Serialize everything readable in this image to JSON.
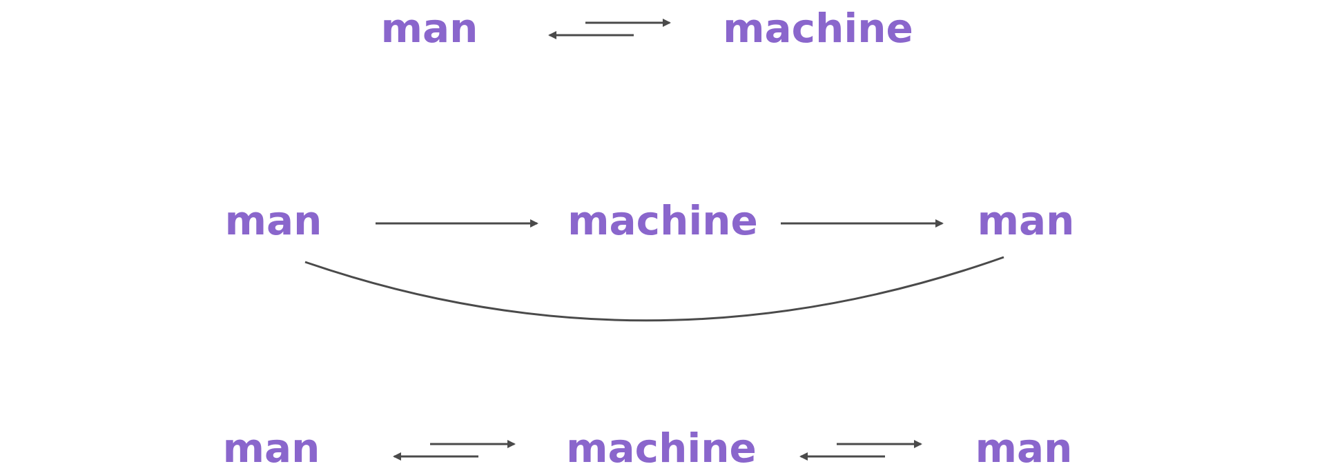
{
  "colors": {
    "word": "#8a66cc",
    "arrow": "#4a4a4a"
  },
  "rows": [
    {
      "name": "row-1",
      "words": [
        "man",
        "machine"
      ]
    },
    {
      "name": "row-2",
      "words": [
        "man",
        "machine",
        "man"
      ]
    },
    {
      "name": "row-3",
      "words": [
        "man",
        "machine",
        "man"
      ]
    }
  ]
}
